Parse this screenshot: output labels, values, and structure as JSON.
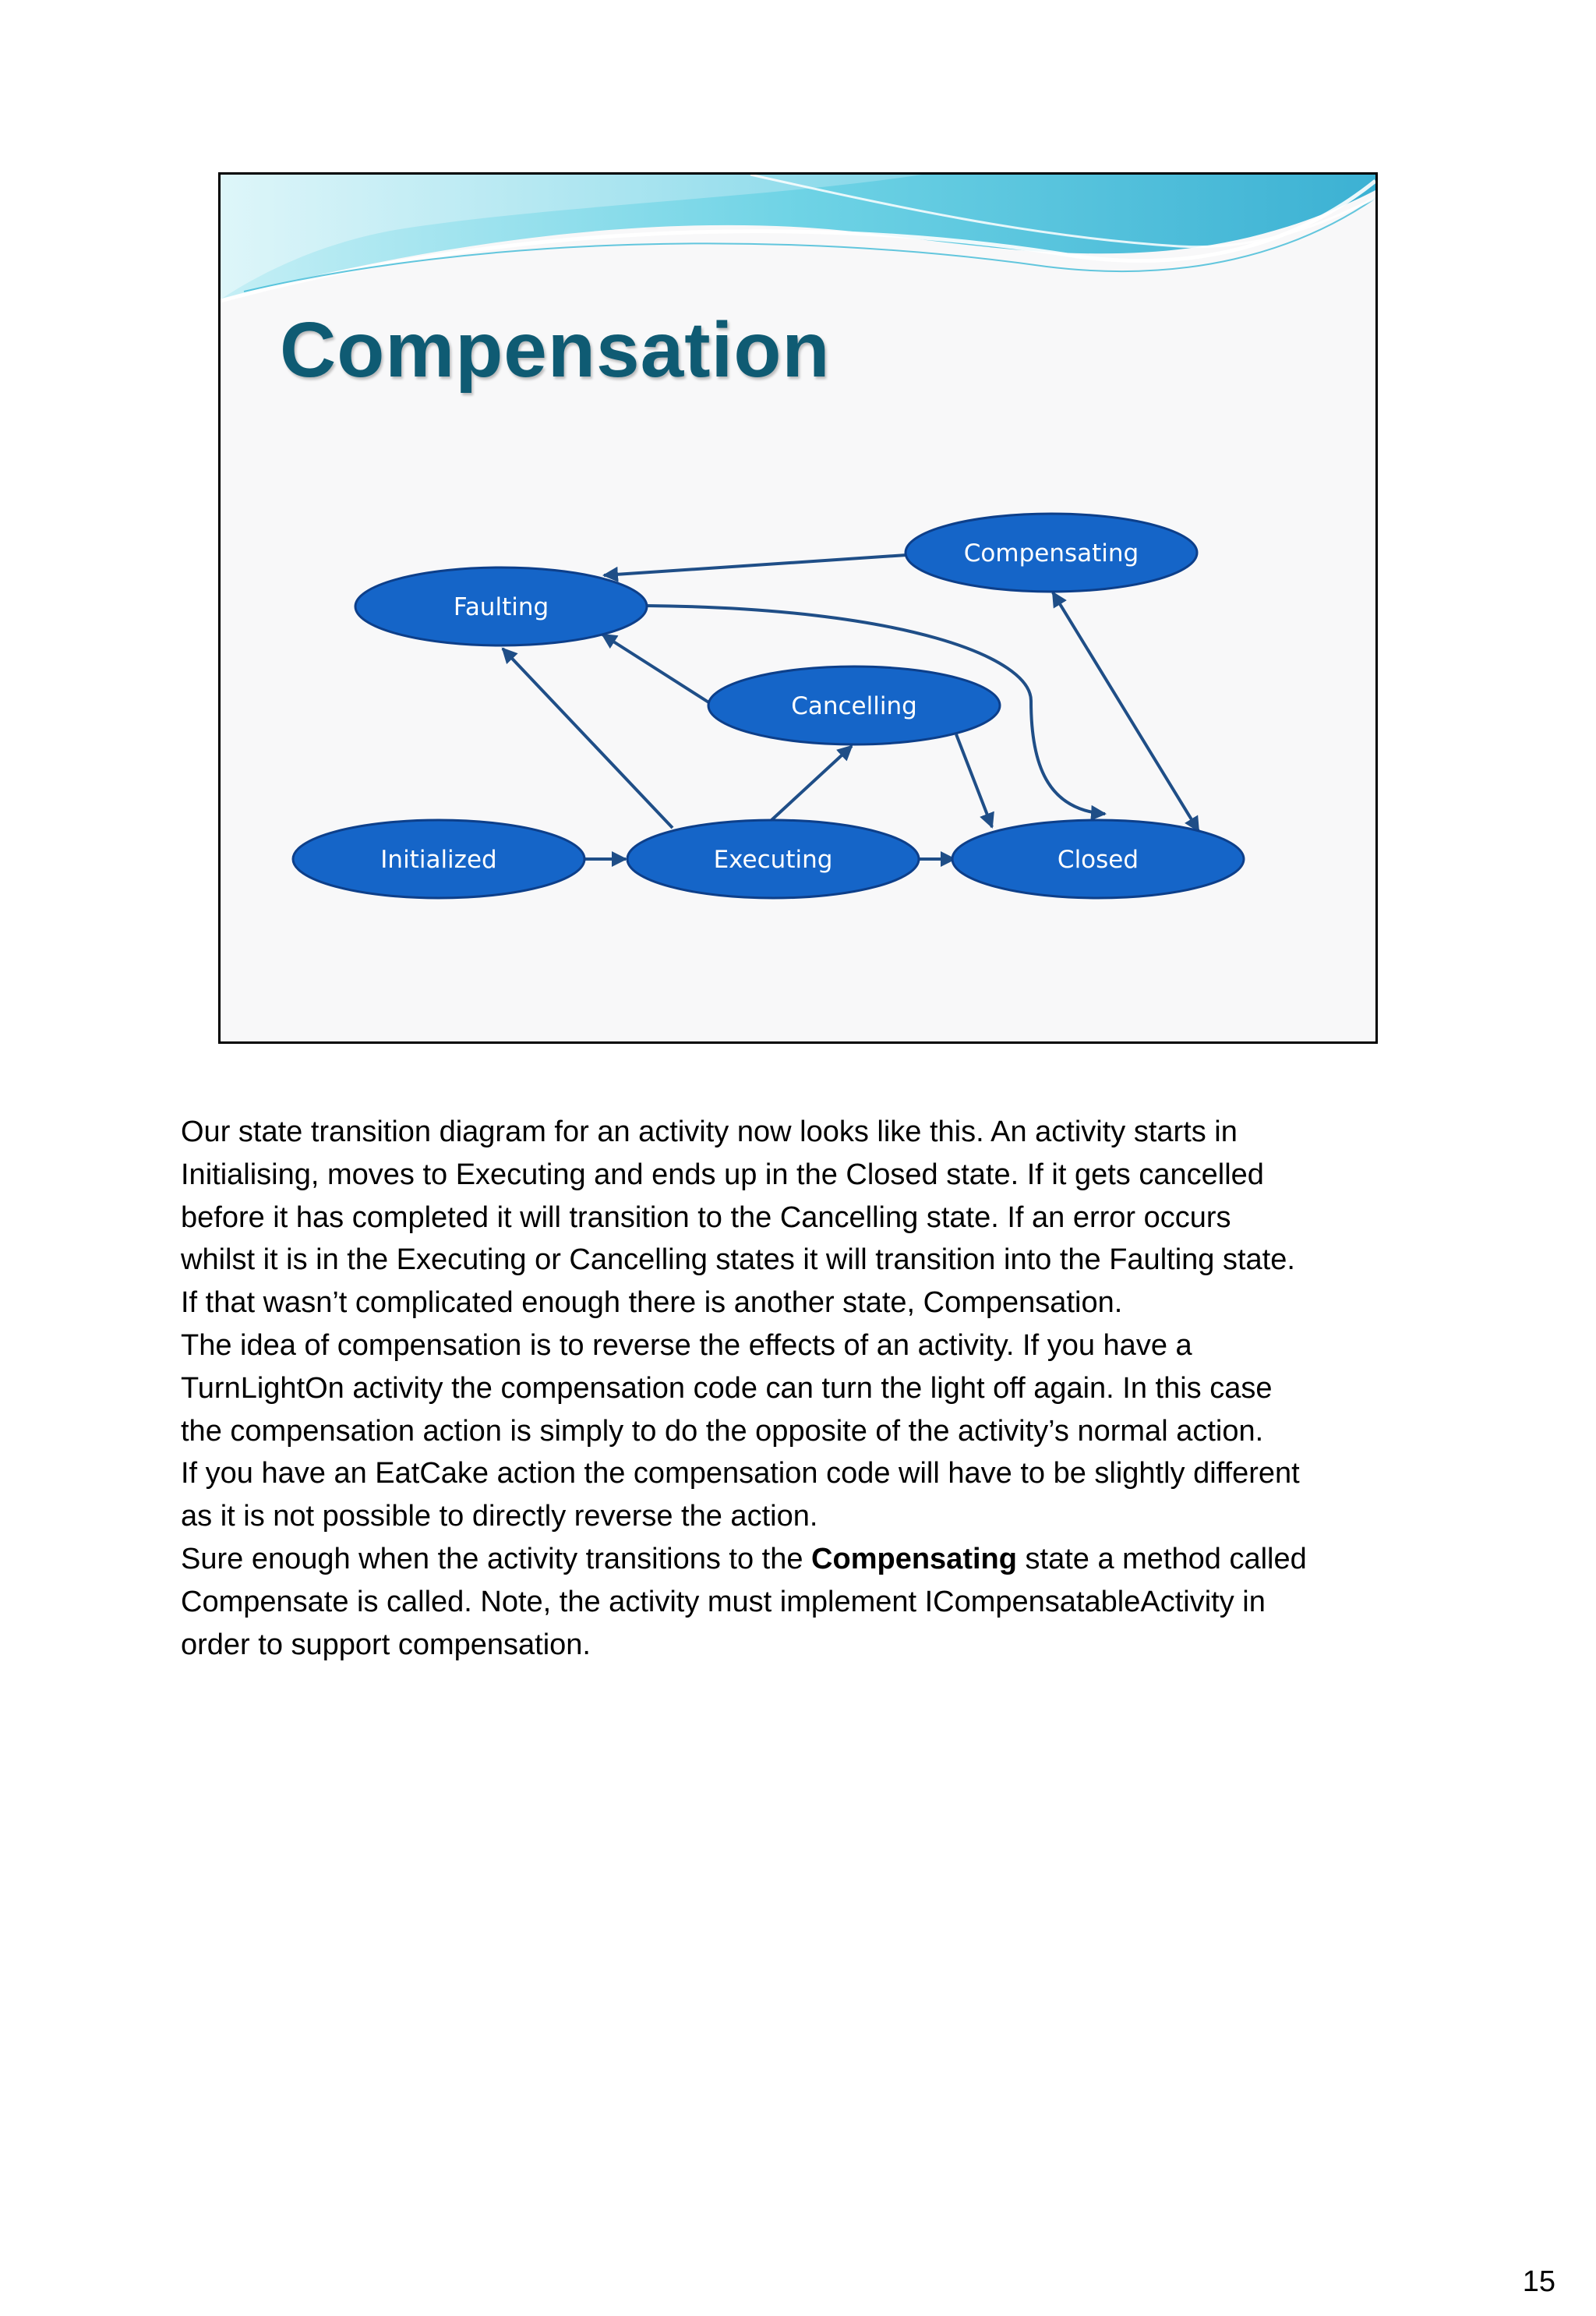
{
  "slide": {
    "title": "Compensation",
    "diagram": {
      "nodes": [
        {
          "id": "faulting",
          "label": "Faulting"
        },
        {
          "id": "compensating",
          "label": "Compensating"
        },
        {
          "id": "cancelling",
          "label": "Cancelling"
        },
        {
          "id": "initialized",
          "label": "Initialized"
        },
        {
          "id": "executing",
          "label": "Executing"
        },
        {
          "id": "closed",
          "label": "Closed"
        }
      ],
      "edges": [
        {
          "from": "Initialized",
          "to": "Executing"
        },
        {
          "from": "Executing",
          "to": "Closed"
        },
        {
          "from": "Executing",
          "to": "Cancelling"
        },
        {
          "from": "Executing",
          "to": "Faulting"
        },
        {
          "from": "Cancelling",
          "to": "Faulting"
        },
        {
          "from": "Cancelling",
          "to": "Closed"
        },
        {
          "from": "Faulting",
          "to": "Closed"
        },
        {
          "from": "Compensating",
          "to": "Faulting"
        },
        {
          "from": "Closed",
          "to": "Compensating"
        }
      ],
      "colors": {
        "node_fill": "#1565c8",
        "node_stroke": "#0d3f8a",
        "edge": "#1f4e87",
        "title": "#0f5b73"
      }
    }
  },
  "notes": {
    "lines": [
      "Our state transition diagram for an activity now looks like this. An activity starts in",
      "Initialising, moves to Executing and ends up in the Closed state. If it gets cancelled",
      "before it has completed it will transition to the Cancelling state. If an error occurs",
      "whilst it is in the Executing or Cancelling states it will transition into the Faulting state.",
      "If that wasn’t complicated enough there is another state, Compensation.",
      "The idea of compensation is to reverse the effects of an activity. If you have a",
      "TurnLightOn activity the compensation code can turn the light off again. In this case",
      "the compensation action is simply to do the opposite of the activity’s normal action.",
      "If you have an EatCake action the compensation code will have to be slightly different",
      "as it is not possible to directly reverse the action."
    ],
    "line11_before": "Sure enough when the activity transitions to the ",
    "line11_bold": "Compensating",
    "line11_after": " state a method called",
    "line12": "Compensate is called. Note, the activity must implement ICompensatableActivity in",
    "line13": "order to support compensation."
  },
  "page_number": "15"
}
